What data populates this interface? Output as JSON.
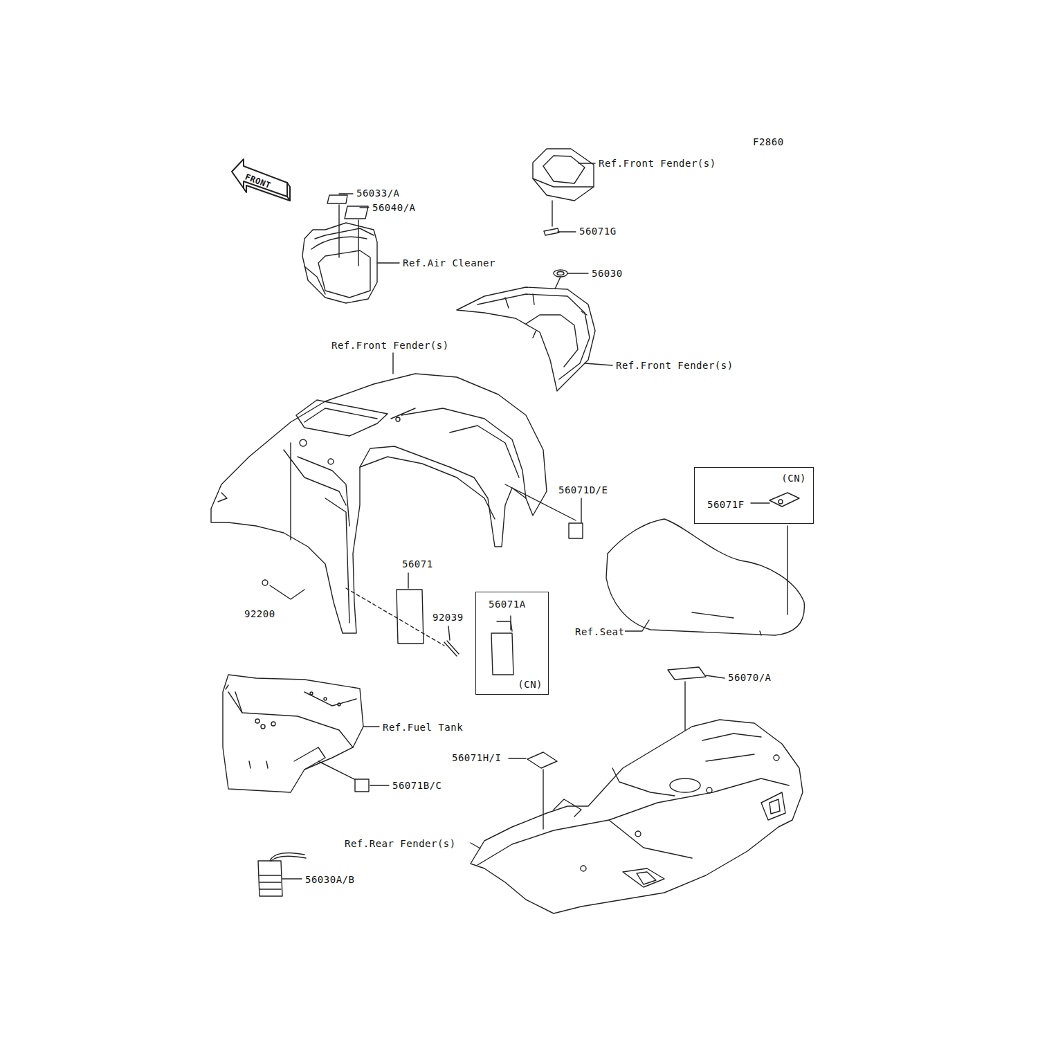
{
  "diagram": {
    "nodes": [
      {
        "text": [
          "(CN)",
          "56071F"
        ]
      },
      {
        "text": [
          "56071A",
          "(CN)"
        ]
      }
    ],
    "labels": [
      "F2860",
      "FRONT",
      "56033/A",
      "56040/A",
      "Ref.Air Cleaner",
      "Ref.Front Fender(s)",
      "56071G",
      "56030",
      "Ref.Front Fender(s)",
      "Ref.Front Fender(s)",
      "56071D/E",
      "56071",
      "92200",
      "92039",
      "Ref.Seat",
      "56070/A",
      "Ref.Fuel Tank",
      "56071H/I",
      "56071B/C",
      "Ref.Rear Fender(s)",
      "56030A/B"
    ]
  }
}
